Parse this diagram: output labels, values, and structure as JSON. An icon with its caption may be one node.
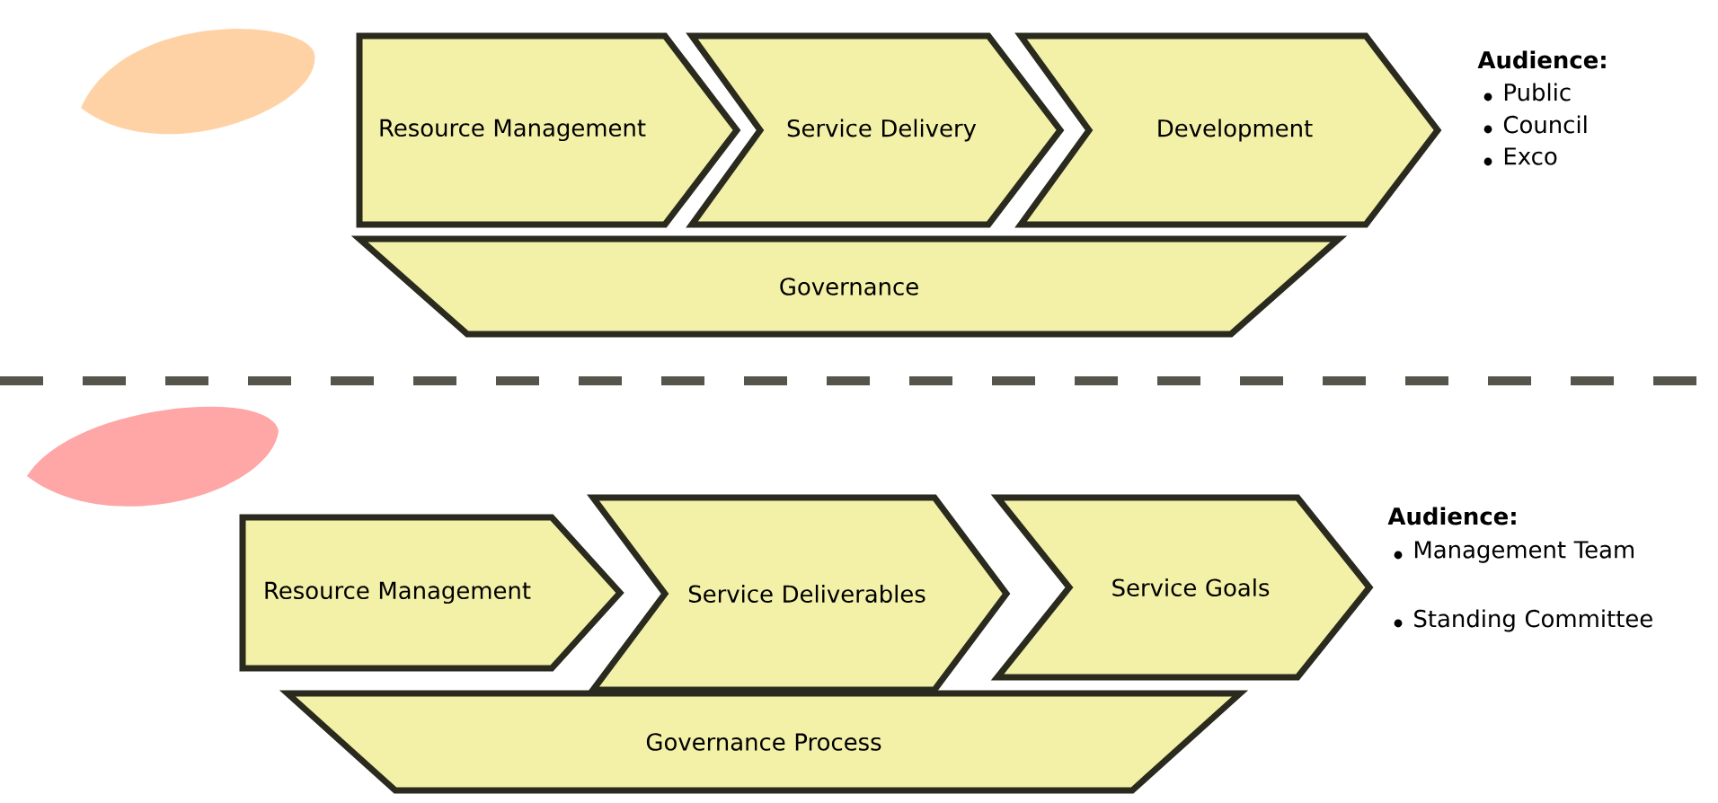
{
  "diagram": {
    "nodes": [
      {
        "text": [
          "Resource Management"
        ]
      },
      {
        "text": [
          "Service Delivery"
        ]
      },
      {
        "text": [
          "Development"
        ]
      },
      {
        "text": [
          "Governance"
        ]
      },
      {
        "text": [
          "Resource Management"
        ]
      },
      {
        "text": [
          "Service Deliverables"
        ]
      },
      {
        "text": [
          "Service Goals"
        ]
      },
      {
        "text": [
          "Governance Process"
        ]
      }
    ],
    "edges": [],
    "labels": [
      "Audience:",
      "Public",
      "Council",
      "Exco",
      "Audience:",
      "Management Team",
      "Standing Committee"
    ]
  }
}
